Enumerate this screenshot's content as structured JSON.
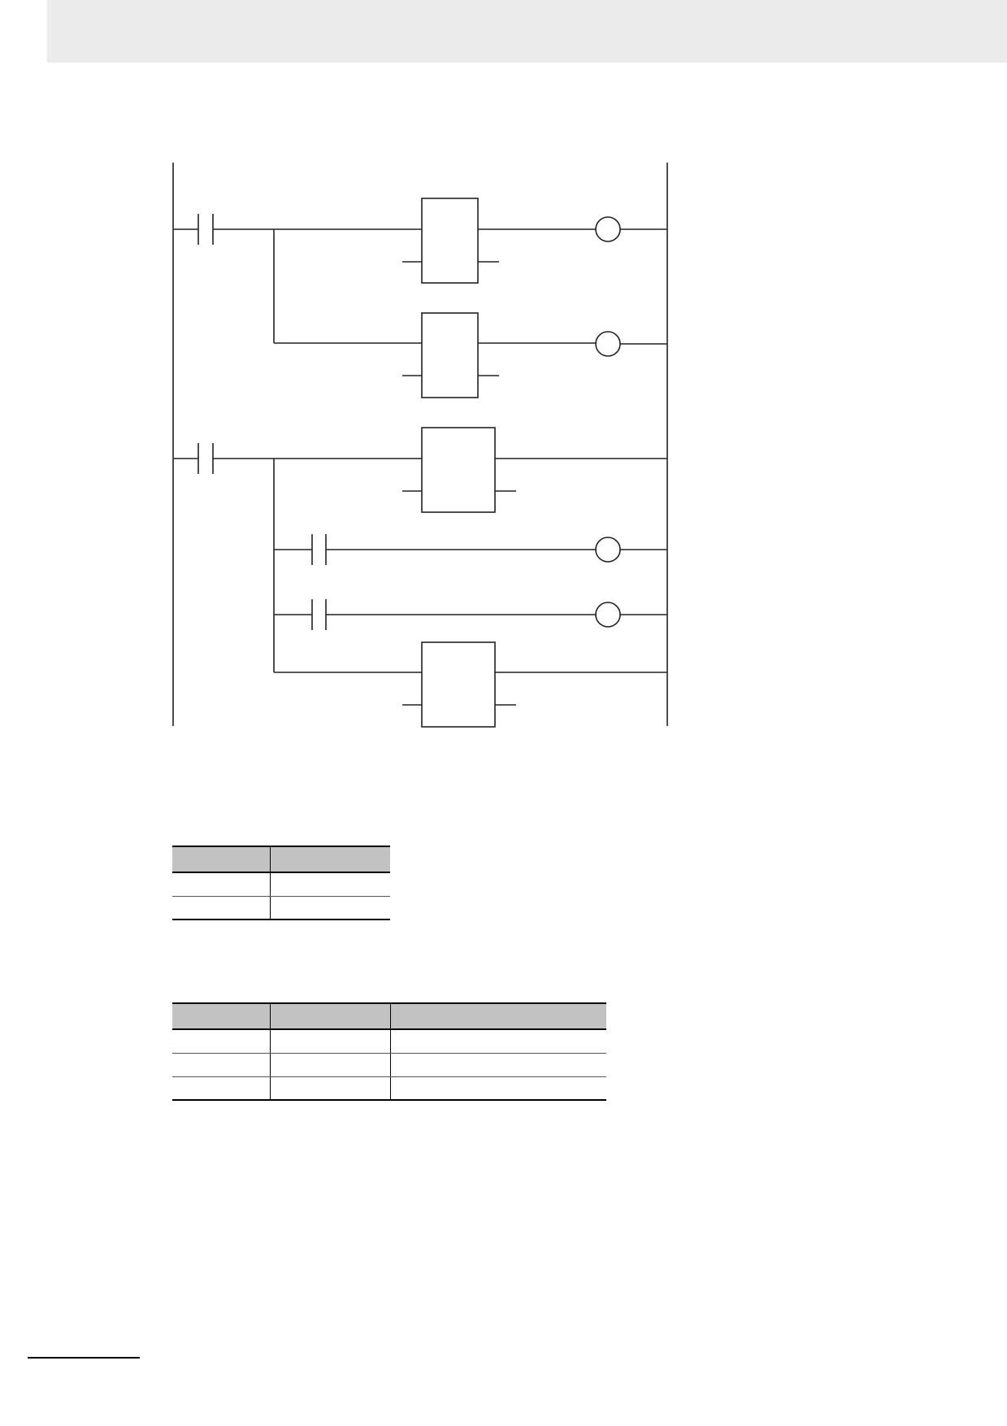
{
  "header": {
    "background_color": "#ebebeb"
  },
  "diagram": {
    "line_color": "#222222",
    "rungs": [
      {
        "id": 1,
        "input_contacts": 1,
        "branches": [
          "function-block+coil",
          "function-block+coil"
        ]
      },
      {
        "id": 2,
        "input_contacts": 1,
        "branches": [
          "function-block",
          "contact+coil",
          "contact+coil",
          "function-block"
        ]
      }
    ]
  },
  "tables": [
    {
      "columns": 2,
      "header": [
        "",
        ""
      ],
      "rows": [
        [
          "",
          ""
        ],
        [
          "",
          ""
        ]
      ]
    },
    {
      "columns": 3,
      "header": [
        "",
        "",
        ""
      ],
      "rows": [
        [
          "",
          "",
          ""
        ],
        [
          "",
          "",
          ""
        ],
        [
          "",
          "",
          ""
        ]
      ]
    }
  ],
  "colors": {
    "table_header_fill": "#c2c2c2",
    "rule": "#000000"
  }
}
